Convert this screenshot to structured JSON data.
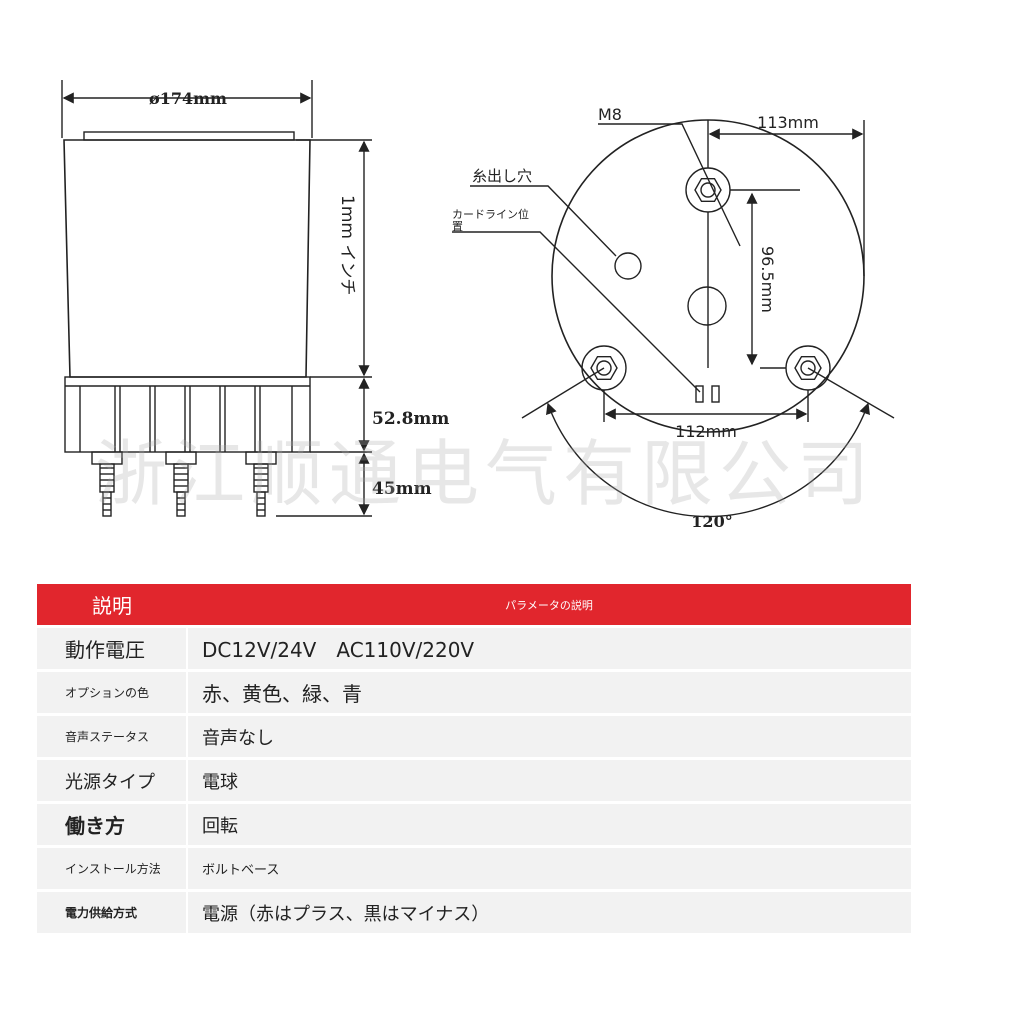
{
  "drawing": {
    "side_view": {
      "diameter_label": "ø174mm",
      "height_label": "1mm インチ",
      "base_height_label": "52.8mm",
      "terminal_length_label": "45mm"
    },
    "bottom_view": {
      "bolt_label": "M8",
      "hole_label": "糸出し穴",
      "card_line_label_1": "カードライン位",
      "card_line_label_2": "置",
      "top_span_label": "113mm",
      "vertical_span_label": "96.5mm",
      "bottom_span_label": "112mm",
      "angle_label": "120°"
    },
    "watermark": "浙江顺通电气有限公司"
  },
  "spec_table": {
    "header": {
      "label": "説明",
      "value": "パラメータの説明"
    },
    "rows": [
      {
        "label": "動作電圧",
        "value": "DC12V/24V　AC110V/220V"
      },
      {
        "label": "オプションの色",
        "value": "赤、黄色、緑、青"
      },
      {
        "label": "音声ステータス",
        "value": "音声なし"
      },
      {
        "label": "光源タイプ",
        "value": "電球"
      },
      {
        "label": "働き方",
        "value": "回転"
      },
      {
        "label": "インストール方法",
        "value": "ボルトベース"
      },
      {
        "label": "電力供給方式",
        "value": "電源（赤はプラス、黒はマイナス）"
      }
    ],
    "colors": {
      "header_bg": "#e1262d",
      "row_bg": "#f2f2f2"
    }
  }
}
